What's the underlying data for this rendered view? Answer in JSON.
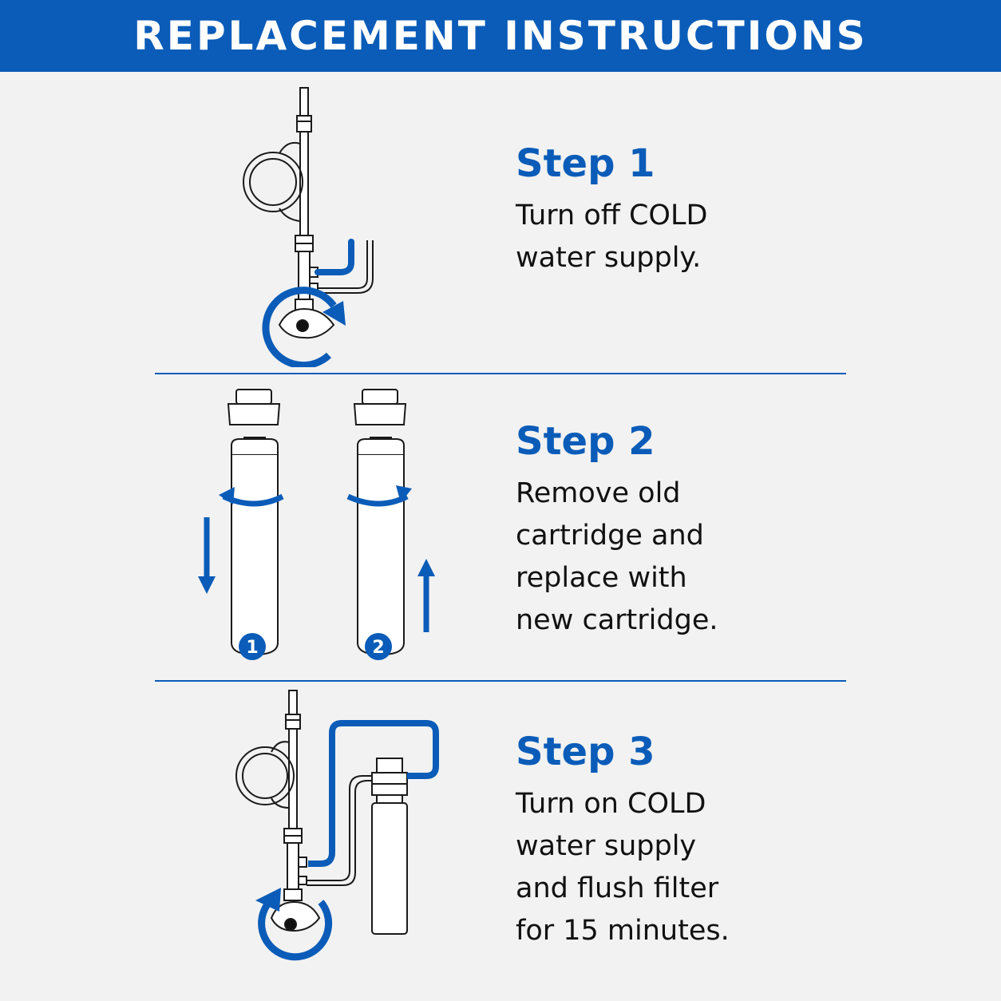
{
  "header": {
    "title": "REPLACEMENT INSTRUCTIONS"
  },
  "steps": [
    {
      "title": "Step 1",
      "body": "Turn off COLD\nwater supply."
    },
    {
      "title": "Step 2",
      "body": "Remove old\ncartridge and\nreplace with\nnew cartridge."
    },
    {
      "title": "Step 3",
      "body": "Turn on COLD\nwater supply\nand flush filter\nfor 15 minutes."
    }
  ],
  "cartridges": {
    "old_badge": "1",
    "new_badge": "2"
  },
  "colors": {
    "accent": "#0a5cb8",
    "background": "#f2f2f2",
    "line": "#1a1a1a",
    "text": "#111111"
  }
}
